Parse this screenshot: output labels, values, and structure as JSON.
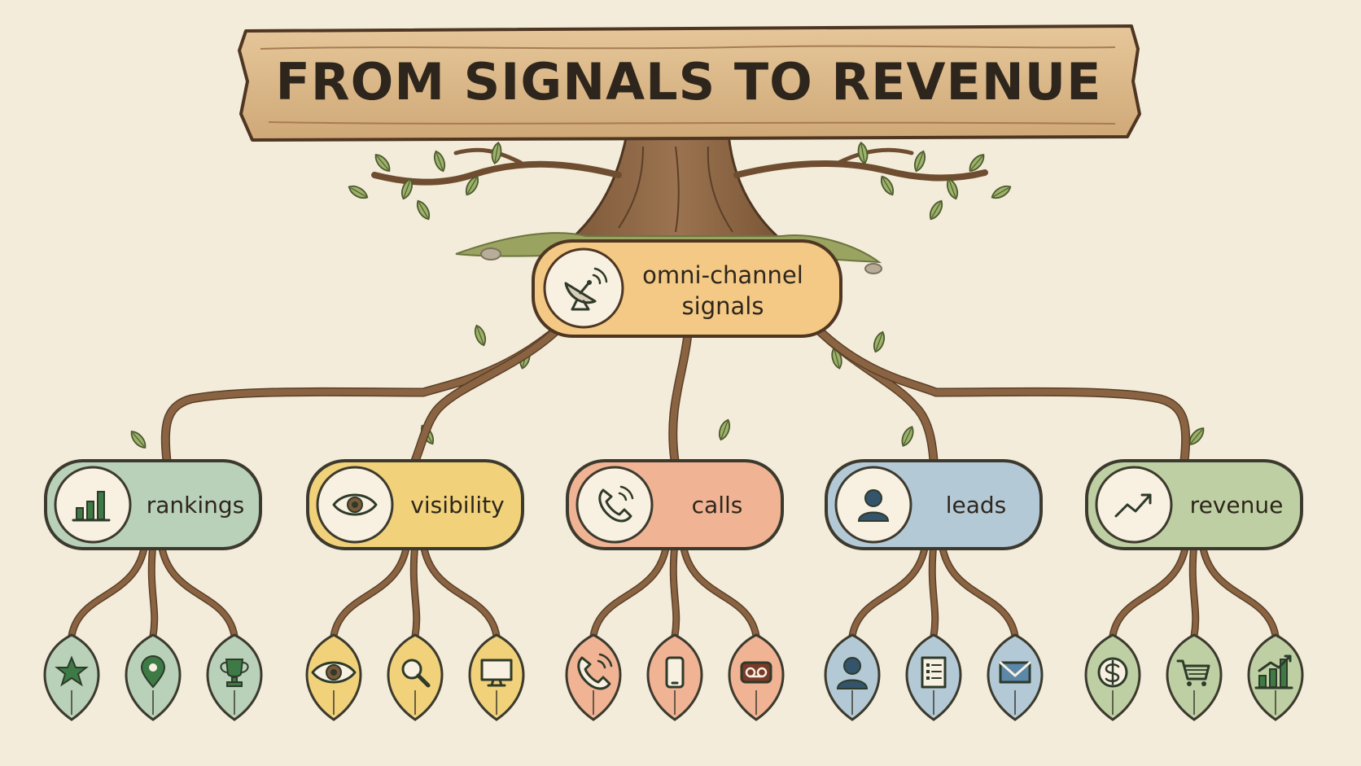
{
  "title": "FROM SIGNALS TO REVENUE",
  "root": {
    "label_line1": "omni-channel",
    "label_line2": "signals",
    "icon": "satellite-dish-icon"
  },
  "colors": {
    "background": "#f3ecda",
    "branch": "#7a5636",
    "rankings": "#b9d1b8",
    "visibility": "#f1d27b",
    "calls": "#f0b394",
    "leads": "#b4c9d6",
    "revenue": "#bed0a3",
    "root": "#f3c985"
  },
  "categories": [
    {
      "id": "rankings",
      "label": "rankings",
      "icon": "bar-chart-icon",
      "leaves": [
        "star-icon",
        "map-pin-icon",
        "trophy-icon"
      ]
    },
    {
      "id": "visibility",
      "label": "visibility",
      "icon": "eye-icon",
      "leaves": [
        "eye-icon",
        "magnifier-icon",
        "monitor-icon"
      ]
    },
    {
      "id": "calls",
      "label": "calls",
      "icon": "phone-icon",
      "leaves": [
        "phone-icon",
        "smartphone-icon",
        "voicemail-icon"
      ]
    },
    {
      "id": "leads",
      "label": "leads",
      "icon": "person-icon",
      "leaves": [
        "person-icon",
        "form-icon",
        "envelope-icon"
      ]
    },
    {
      "id": "revenue",
      "label": "revenue",
      "icon": "trend-up-icon",
      "leaves": [
        "dollar-coin-icon",
        "shopping-cart-icon",
        "growth-chart-icon"
      ]
    }
  ]
}
